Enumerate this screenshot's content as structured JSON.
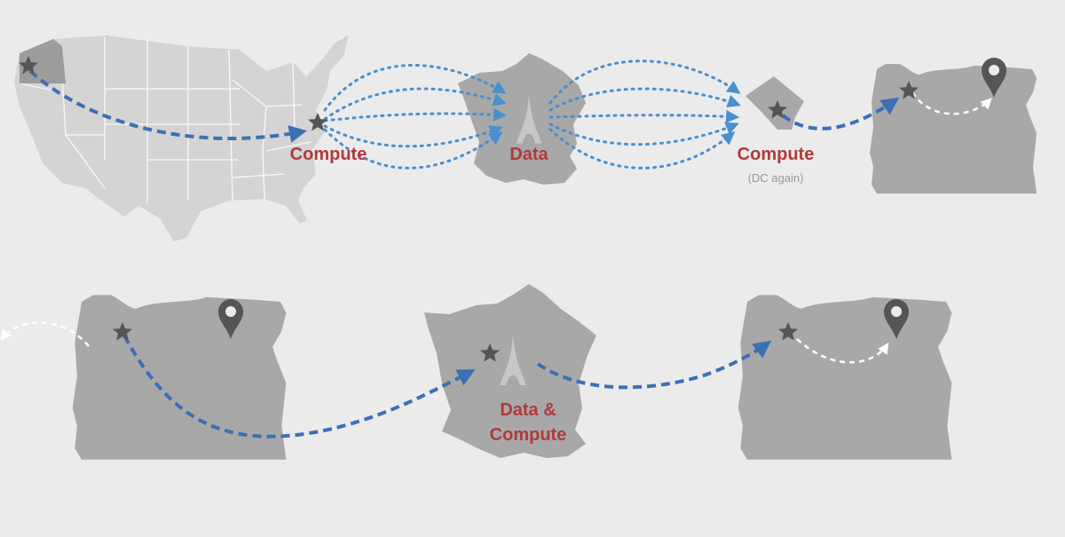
{
  "top_row": {
    "compute_label": "Compute",
    "data_label": "Data",
    "compute_again_label": "Compute",
    "compute_again_note": "(DC again)"
  },
  "bottom_row": {
    "data_compute_line1": "Data &",
    "data_compute_line2": "Compute"
  },
  "colors": {
    "background": "#ebebeb",
    "land": "#a8a8a8",
    "land_light": "#d4d4d4",
    "state_lines": "#ffffff",
    "flow_dashed": "#3d6fb5",
    "flow_dotted": "#4a8fcf",
    "label_red": "#b03a3a",
    "note_grey": "#9a9a9a",
    "marker": "#555555"
  },
  "icons": [
    "star-icon",
    "location-pin-icon",
    "eiffel-tower-icon"
  ]
}
